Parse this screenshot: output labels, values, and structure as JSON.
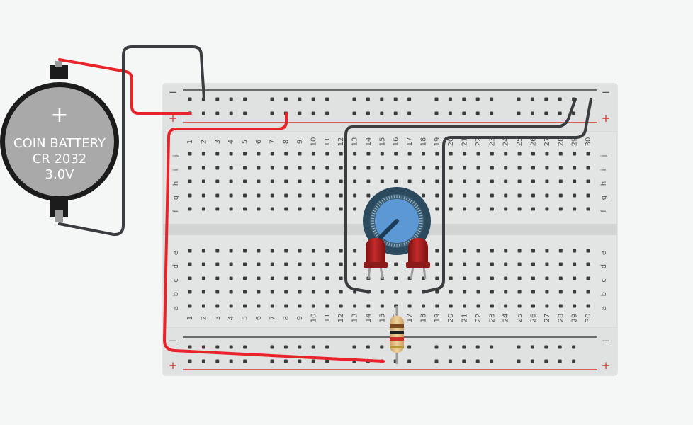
{
  "battery": {
    "label_line1": "COIN BATTERY",
    "label_line2": "CR 2032",
    "label_line3": "3.0V",
    "plus_glyph": "+"
  },
  "breadboard": {
    "columns": [
      "1",
      "2",
      "3",
      "4",
      "5",
      "6",
      "7",
      "8",
      "9",
      "10",
      "11",
      "12",
      "13",
      "14",
      "15",
      "16",
      "17",
      "18",
      "19",
      "20",
      "21",
      "22",
      "23",
      "24",
      "25",
      "26",
      "27",
      "28",
      "29",
      "30"
    ],
    "rows_top": [
      "j",
      "i",
      "h",
      "g",
      "f"
    ],
    "rows_bottom": [
      "e",
      "d",
      "c",
      "b",
      "a"
    ],
    "rail_minus": "−",
    "rail_plus": "+"
  },
  "colors": {
    "wire_red": "#e8242a",
    "wire_black": "#3a3d3f",
    "rail_red": "#d9302c",
    "rail_dark": "#444444",
    "board": "#e3e4e4",
    "led": "#a31d1d",
    "pot_knob": "#5b98d4",
    "pot_body": "#2c4a5e"
  },
  "components": {
    "potentiometer": "potentiometer",
    "led_left": "led",
    "led_right": "led",
    "resistor": "resistor"
  }
}
